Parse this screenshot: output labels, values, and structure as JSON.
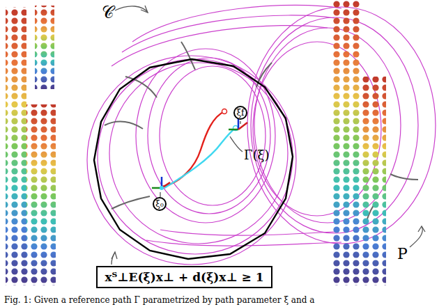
{
  "diagram": {
    "caption": "Fig. 1: Given a reference path Γ parametrized by path parameter ξ and a",
    "nodes": [
      {
        "text": [
          "ξf"
        ]
      },
      {
        "text": [
          "ξ₀"
        ]
      },
      {
        "text": [
          "xᵀ⊥E(ξ)x⊥ + d(ξ)x⊥ ≥ 1"
        ]
      }
    ],
    "edges": [],
    "labels": [
      "𝒞",
      "Γ(ξ)",
      "P"
    ]
  }
}
